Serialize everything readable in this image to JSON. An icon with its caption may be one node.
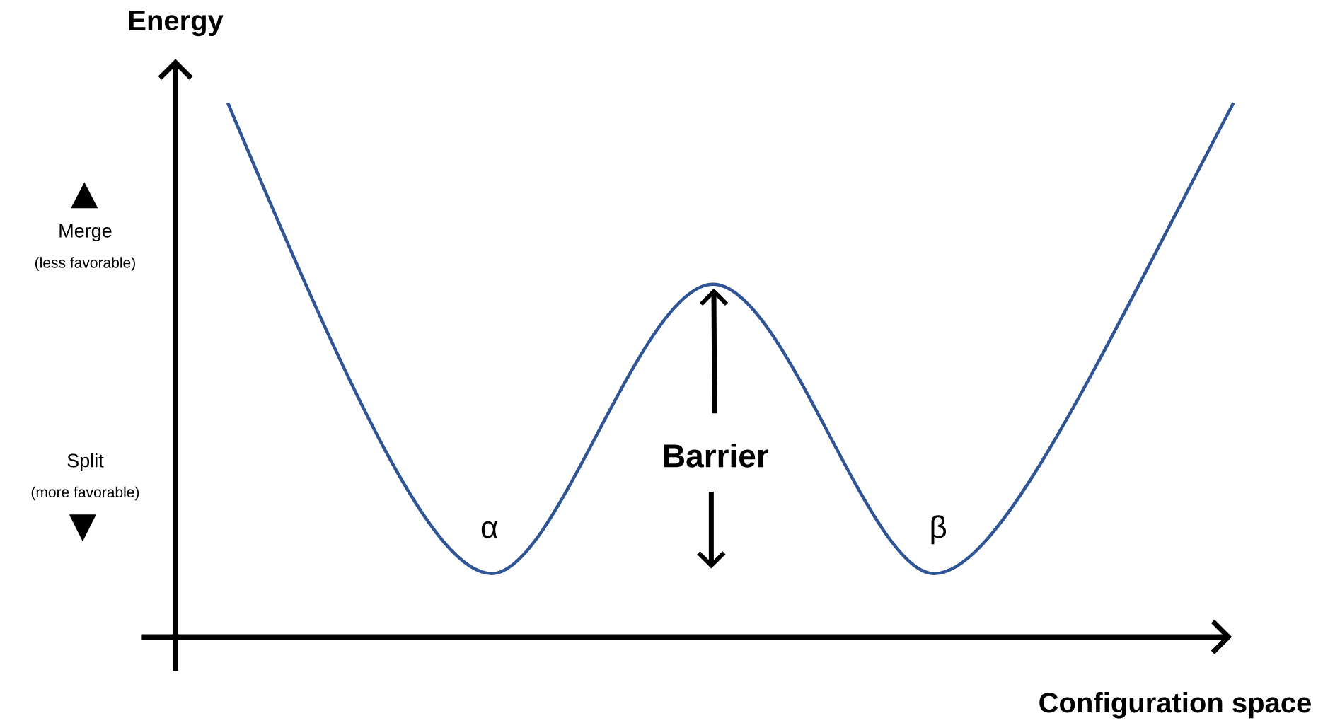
{
  "diagram": {
    "labels": [
      "Energy",
      "Merge",
      "(less favorable)",
      "Split",
      "(more favorable)",
      "Barrier",
      "α",
      "β",
      "Configuration space"
    ]
  }
}
